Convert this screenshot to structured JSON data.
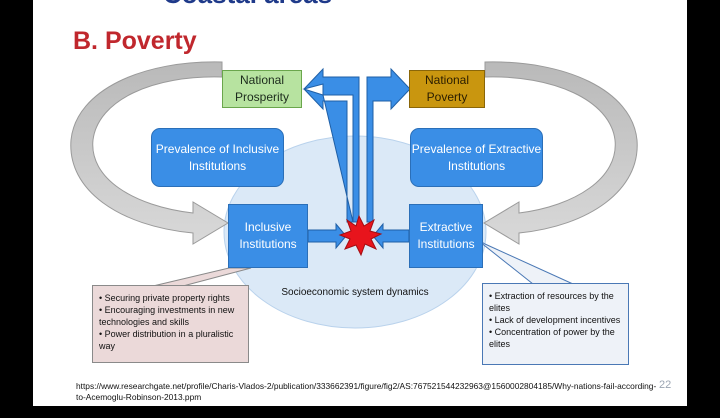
{
  "slide": {
    "top_title": "Coastal areas",
    "section_title": "B. Poverty",
    "slide_number": "22",
    "source": "https://www.researchgate.net/profile/Charis-Vlados-2/publication/333662391/figure/fig2/AS:767521544232963@1560002804185/Why-nations-fail-according-to-Acemoglu-Robinson-2013.ppm"
  },
  "diagram": {
    "national_prosperity": "National Prosperity",
    "national_poverty": "National Poverty",
    "prevalence_inclusive": "Prevalence of Inclusive Institutions",
    "prevalence_extractive": "Prevalence of Extractive Institutions",
    "inclusive_institutions": "Inclusive Institutions",
    "extractive_institutions": "Extractive Institutions",
    "system_label": "Socioeconomic system dynamics",
    "inclusive_notes": [
      "• Securing private property rights",
      "• Encouraging investments in new technologies and skills",
      "• Power distribution in a pluralistic way"
    ],
    "extractive_notes": [
      "• Extraction of resources by the elites",
      "• Lack of development incentives",
      "• Concentration of power by the elites"
    ]
  },
  "colors": {
    "title_red": "#c0272d",
    "box_blue": "#3a8ee6",
    "prosperity_green": "#b7e3a0",
    "poverty_gold": "#c9960f",
    "ellipse_blue": "#dbe9f7",
    "conflict_red": "#e8141c"
  }
}
